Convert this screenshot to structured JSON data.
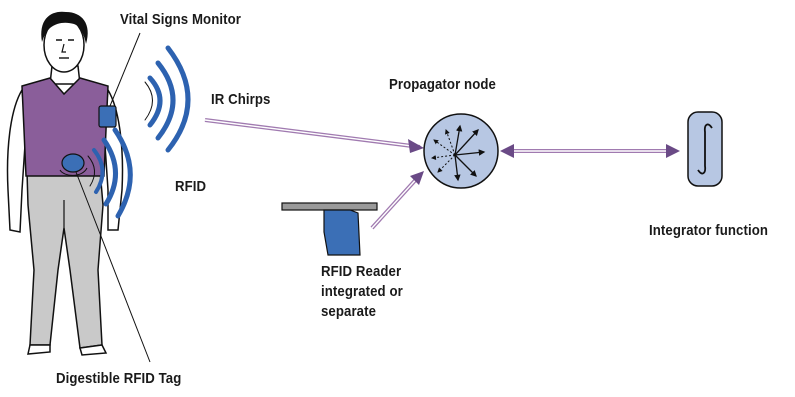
{
  "labels": {
    "vital_signs_monitor": "Vital Signs Monitor",
    "ir_chirps": "IR Chirps",
    "propagator_node": "Propagator node",
    "rfid": "RFID",
    "integrator_function": "Integrator function",
    "rfid_reader": [
      "RFID Reader",
      "integrated or",
      "separate"
    ],
    "digestible_rfid_tag": "Digestible RFID Tag"
  },
  "colors": {
    "shirt": "#8a5e9a",
    "pants": "#c9c9c9",
    "device_blue": "#3b6fb6",
    "node_fill": "#b7c7e3",
    "arrow_purple": "#a07ab0",
    "wave_blue": "#2d62b0"
  }
}
